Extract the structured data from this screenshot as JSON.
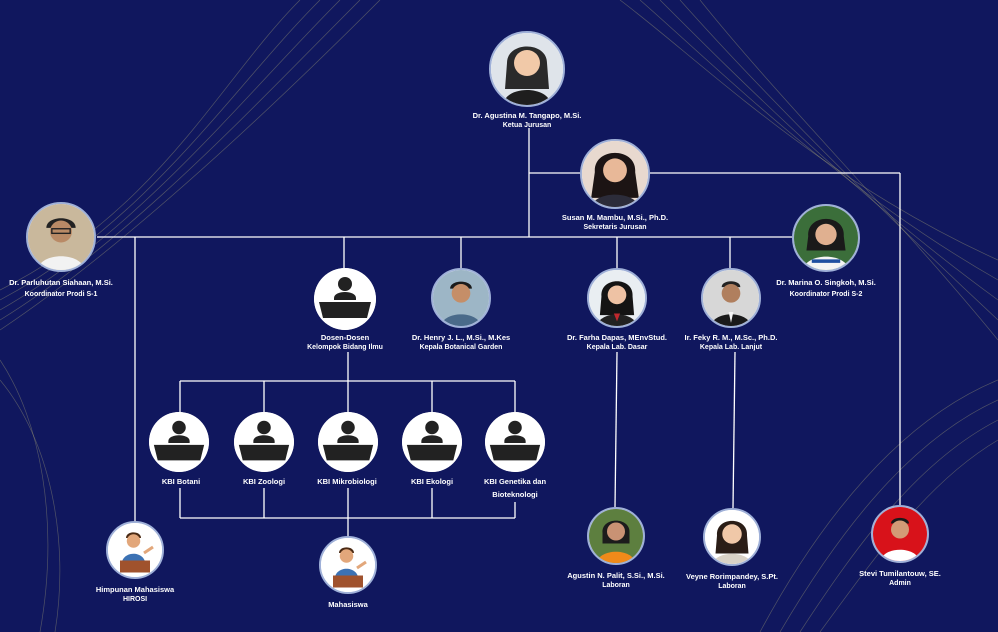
{
  "head": {
    "name": "Dr. Agustina M. Tangapo, M.Si.",
    "role": "Ketua Jurusan"
  },
  "secretary": {
    "name": "Susan M. Mambu, M.Si., Ph.D.",
    "role": "Sekretaris Jurusan"
  },
  "kaprodi_s1": {
    "name": "Dr. Parluhutan Siahaan, M.Si.",
    "role": "Koordinator Prodi S-1"
  },
  "kaprodi_s2": {
    "name": "Dr. Marina O. Singkoh,  M.Si.",
    "role": "Koordinator Prodi S-2"
  },
  "dosen": {
    "name": "Dosen-Dosen",
    "role": "Kelompok Bidang Ilmu"
  },
  "botanical": {
    "name": "Dr. Henry J. L., M.Si., M.Kes",
    "role": "Kepala Botanical Garden"
  },
  "lab_dasar": {
    "name": "Dr. Farha Dapas, MEnvStud.",
    "role": "Kepala Lab. Dasar"
  },
  "lab_lanjut": {
    "name": "Ir. Feky R. M., M.Sc., Ph.D.",
    "role": "Kepala Lab. Lanjut"
  },
  "kbi": [
    {
      "line1": "KBI Botani",
      "line2": ""
    },
    {
      "line1": "KBI Zoologi",
      "line2": ""
    },
    {
      "line1": "KBI Mikrobiologi",
      "line2": ""
    },
    {
      "line1": "KBI Ekologi",
      "line2": ""
    },
    {
      "line1": "KBI Genetika dan",
      "line2": "Bioteknologi"
    }
  ],
  "hirosi": {
    "name": "Himpunan Mahasiswa",
    "role": "HIROSI"
  },
  "mahasiswa": {
    "name": "Mahasiswa"
  },
  "laboran1": {
    "name": "Agustin N. Palit, S.Si., M.Si.",
    "role": "Laboran"
  },
  "laboran2": {
    "name": "Veyne Rorimpandey, S.Pt.",
    "role": "Laboran"
  },
  "admin": {
    "name": "Stevi Tumilantouw, SE.",
    "role": "Admin"
  },
  "colors": {
    "background": "#10175e",
    "connector": "#ffffff",
    "wave": "#c9c27a"
  }
}
